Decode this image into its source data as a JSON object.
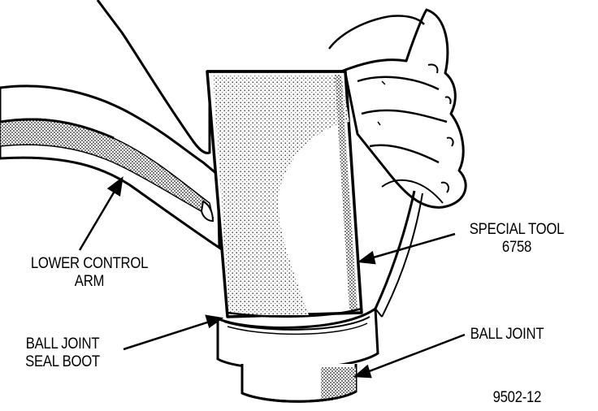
{
  "labels": {
    "lower_control_arm": [
      "LOWER CONTROL",
      "ARM"
    ],
    "ball_joint_seal_boot": [
      "BALL JOINT",
      "SEAL BOOT"
    ],
    "special_tool": [
      "SPECIAL TOOL",
      "6758"
    ],
    "ball_joint": "BALL JOINT",
    "figure_number": "9502-12"
  },
  "colors": {
    "ink": "#000000",
    "paper": "#ffffff",
    "stipple": "#8a8a8a"
  }
}
